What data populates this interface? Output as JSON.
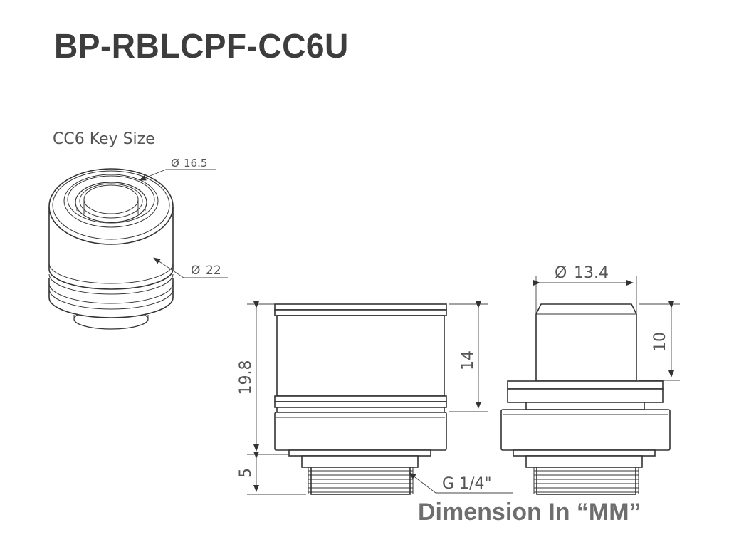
{
  "title": "BP-RBLCPF-CC6U",
  "subtitle": "CC6 Key Size",
  "footer": "Dimension In “MM”",
  "dimensions": {
    "key_inner_dia": "16.5",
    "key_outer_dia": "22",
    "total_height": "19.8",
    "body_height": "14",
    "thread_length": "5",
    "thread": "G 1/4\"",
    "top_dia": "13.4",
    "top_height": "10"
  },
  "diameter_symbol": "Ø"
}
